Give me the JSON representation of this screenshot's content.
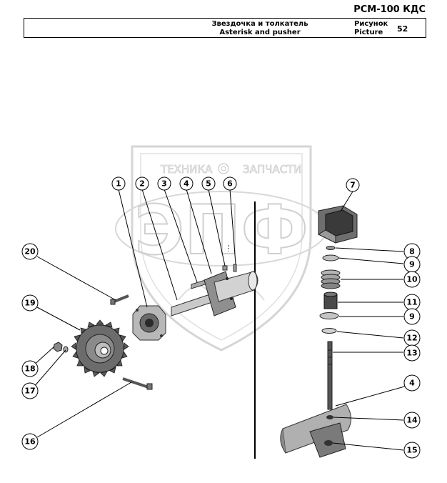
{
  "header": {
    "model": "РСМ-100 КДС",
    "title_ru": "Звездочка и толкатель",
    "title_en": "Asterisk and pusher",
    "picture_ru": "Рисунок",
    "picture_en": "Picture",
    "picture_number": "52"
  },
  "watermark": {
    "left_text": "ТЕХНИКА",
    "right_text": "ЗАПЧАСТИ",
    "logo": "ЭПФ"
  },
  "callouts": [
    {
      "id": "c1",
      "label": "1"
    },
    {
      "id": "c2",
      "label": "2"
    },
    {
      "id": "c3",
      "label": "3"
    },
    {
      "id": "c4a",
      "label": "4"
    },
    {
      "id": "c5",
      "label": "5"
    },
    {
      "id": "c6",
      "label": "6"
    },
    {
      "id": "c7",
      "label": "7"
    },
    {
      "id": "c8",
      "label": "8"
    },
    {
      "id": "c9a",
      "label": "9"
    },
    {
      "id": "c10",
      "label": "10"
    },
    {
      "id": "c11",
      "label": "11"
    },
    {
      "id": "c9b",
      "label": "9"
    },
    {
      "id": "c12",
      "label": "12"
    },
    {
      "id": "c13",
      "label": "13"
    },
    {
      "id": "c4b",
      "label": "4"
    },
    {
      "id": "c14",
      "label": "14"
    },
    {
      "id": "c15",
      "label": "15"
    },
    {
      "id": "c16",
      "label": "16"
    },
    {
      "id": "c17",
      "label": "17"
    },
    {
      "id": "c18",
      "label": "18"
    },
    {
      "id": "c19",
      "label": "19"
    },
    {
      "id": "c20",
      "label": "20"
    }
  ]
}
